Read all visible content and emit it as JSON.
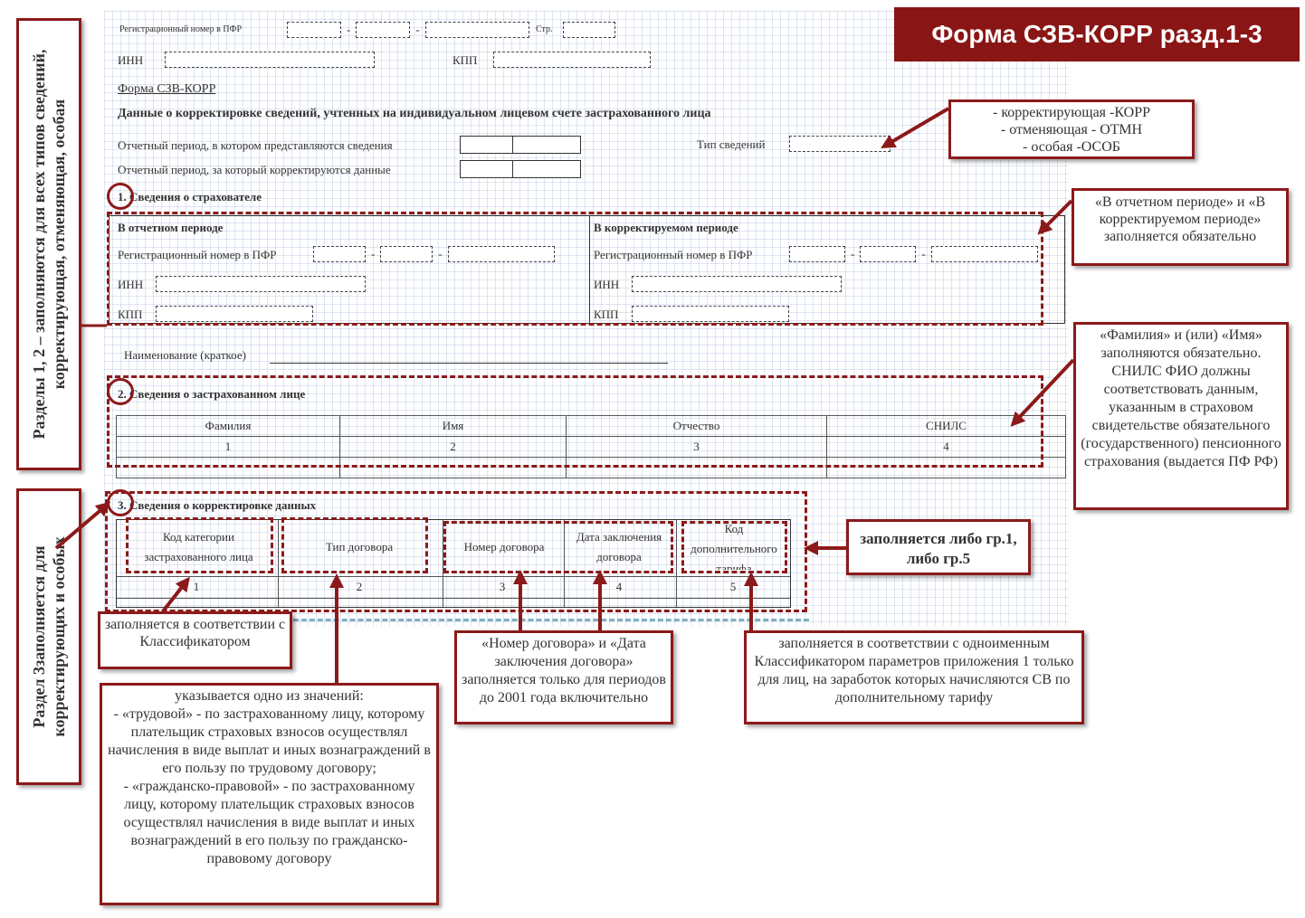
{
  "header": {
    "title": "Форма СЗВ-КОРР разд.1-3"
  },
  "top": {
    "reg_label": "Регистрационный номер в ПФР",
    "page_label": "Стр.",
    "inn_label": "ИНН",
    "kpp_label": "КПП",
    "form_title": "Форма СЗВ-КОРР",
    "heading": "Данные о корректировке сведений, учтенных на индивидуальном лицевом счете застрахованного лица",
    "period_submitted": "Отчетный период, в котором представляются сведения",
    "period_corrected": "Отчетный период, за который корректируются данные",
    "type_label": "Тип сведений"
  },
  "section1": {
    "title": "1. Сведения о страхователе",
    "left_title": "В отчетном периоде",
    "right_title": "В корректируемом периоде",
    "reg_label": "Регистрационный номер в ПФР",
    "inn_label": "ИНН",
    "kpp_label": "КПП",
    "name_label": "Наименование (краткое)"
  },
  "section2": {
    "title": "2. Сведения о застрахованном лице",
    "columns": [
      "Фамилия",
      "Имя",
      "Отчество",
      "СНИЛС"
    ],
    "numbers": [
      "1",
      "2",
      "3",
      "4"
    ]
  },
  "section3": {
    "title": "3. Сведения о корректировке данных",
    "columns": [
      "Код категории застрахованного лица",
      "Тип договора",
      "Номер договора",
      "Дата заключения договора",
      "Код дополнительного тарифа"
    ],
    "numbers": [
      "1",
      "2",
      "3",
      "4",
      "5"
    ]
  },
  "notes": {
    "type_values": [
      "- корректирующая -КОРР",
      "- отменяющая - ОТМН",
      "- особая -ОСОБ"
    ],
    "periods": "«В отчетном периоде» и «В корректируемом периоде» заполняется обязательно",
    "fio": "«Фамилия» и (или) «Имя» заполняются обязательно. СНИЛС ФИО должны соответствовать данным, указанным в страховом свидетельстве обязательного (государственного) пенсионного страхования (выдается ПФ РФ)",
    "either": "заполняется либо гр.1, либо гр.5",
    "classifier": "заполняется в соответствии с Классификатором",
    "contract_type": [
      "указывается одно из значений:",
      "- «трудовой» - по застрахованному лицу, которому плательщик страховых взносов осуществлял начисления в виде выплат и иных вознаграждений в его пользу по трудовому договору;",
      "- «гражданско-правовой» - по застрахованному лицу, которому плательщик страховых взносов осуществлял начисления в виде выплат и иных вознаграждений в его пользу по гражданско-правовому договору"
    ],
    "contract_number": "«Номер договора» и «Дата заключения договора» заполняется только для периодов до 2001 года включительно",
    "tariff": "заполняется в соответствии с одноименным Классификатором параметров приложения 1 только для лиц, на заработок которых начисляются СВ по дополнительному тарифу",
    "vertical_1": "Разделы 1, 2 – заполняются для всех типов сведений, корректирующая, отменяющая, особая",
    "vertical_3": "Раздел 3заполняется для корректирующих и особых"
  },
  "colors": {
    "accent": "#8a1515",
    "dashed": "#8c1a1a"
  }
}
